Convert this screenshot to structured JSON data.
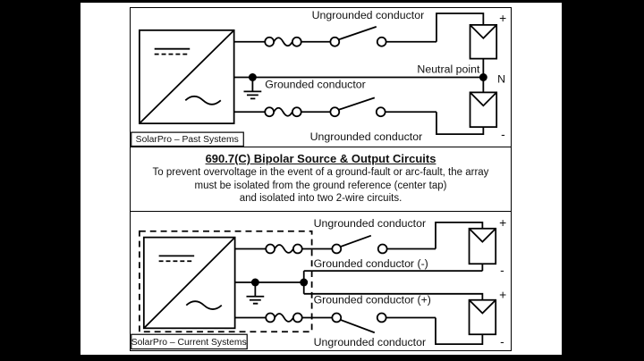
{
  "colors": {
    "background": "#000000",
    "canvas": "#ffffff",
    "line": "#000000"
  },
  "past_systems": {
    "caption": "SolarPro – Past Systems",
    "labels": {
      "ungrounded_top": "Ungrounded conductor",
      "grounded": "Grounded conductor",
      "neutral_point": "Neutral point",
      "neutral_terminal": "N",
      "ungrounded_bottom": "Ungrounded conductor",
      "plus_top": "+",
      "minus_bottom": "-"
    }
  },
  "code_note": {
    "title": "690.7(C) Bipolar Source & Output Circuits",
    "lines": [
      "To prevent overvoltage in the event of a ground-fault or arc-fault, the array",
      "must be isolated from the ground reference (center tap)",
      "and isolated into two 2-wire circuits."
    ]
  },
  "current_systems": {
    "caption": "SolarPro – Current Systems",
    "labels": {
      "ungrounded_top": "Ungrounded conductor",
      "grounded_minus": "Grounded conductor (-)",
      "grounded_plus": "Grounded conductor (+)",
      "ungrounded_bottom": "Ungrounded conductor",
      "plus_top": "+",
      "minus_top_module": "-",
      "plus_bottom_module": "+",
      "minus_bottom": "-"
    }
  }
}
